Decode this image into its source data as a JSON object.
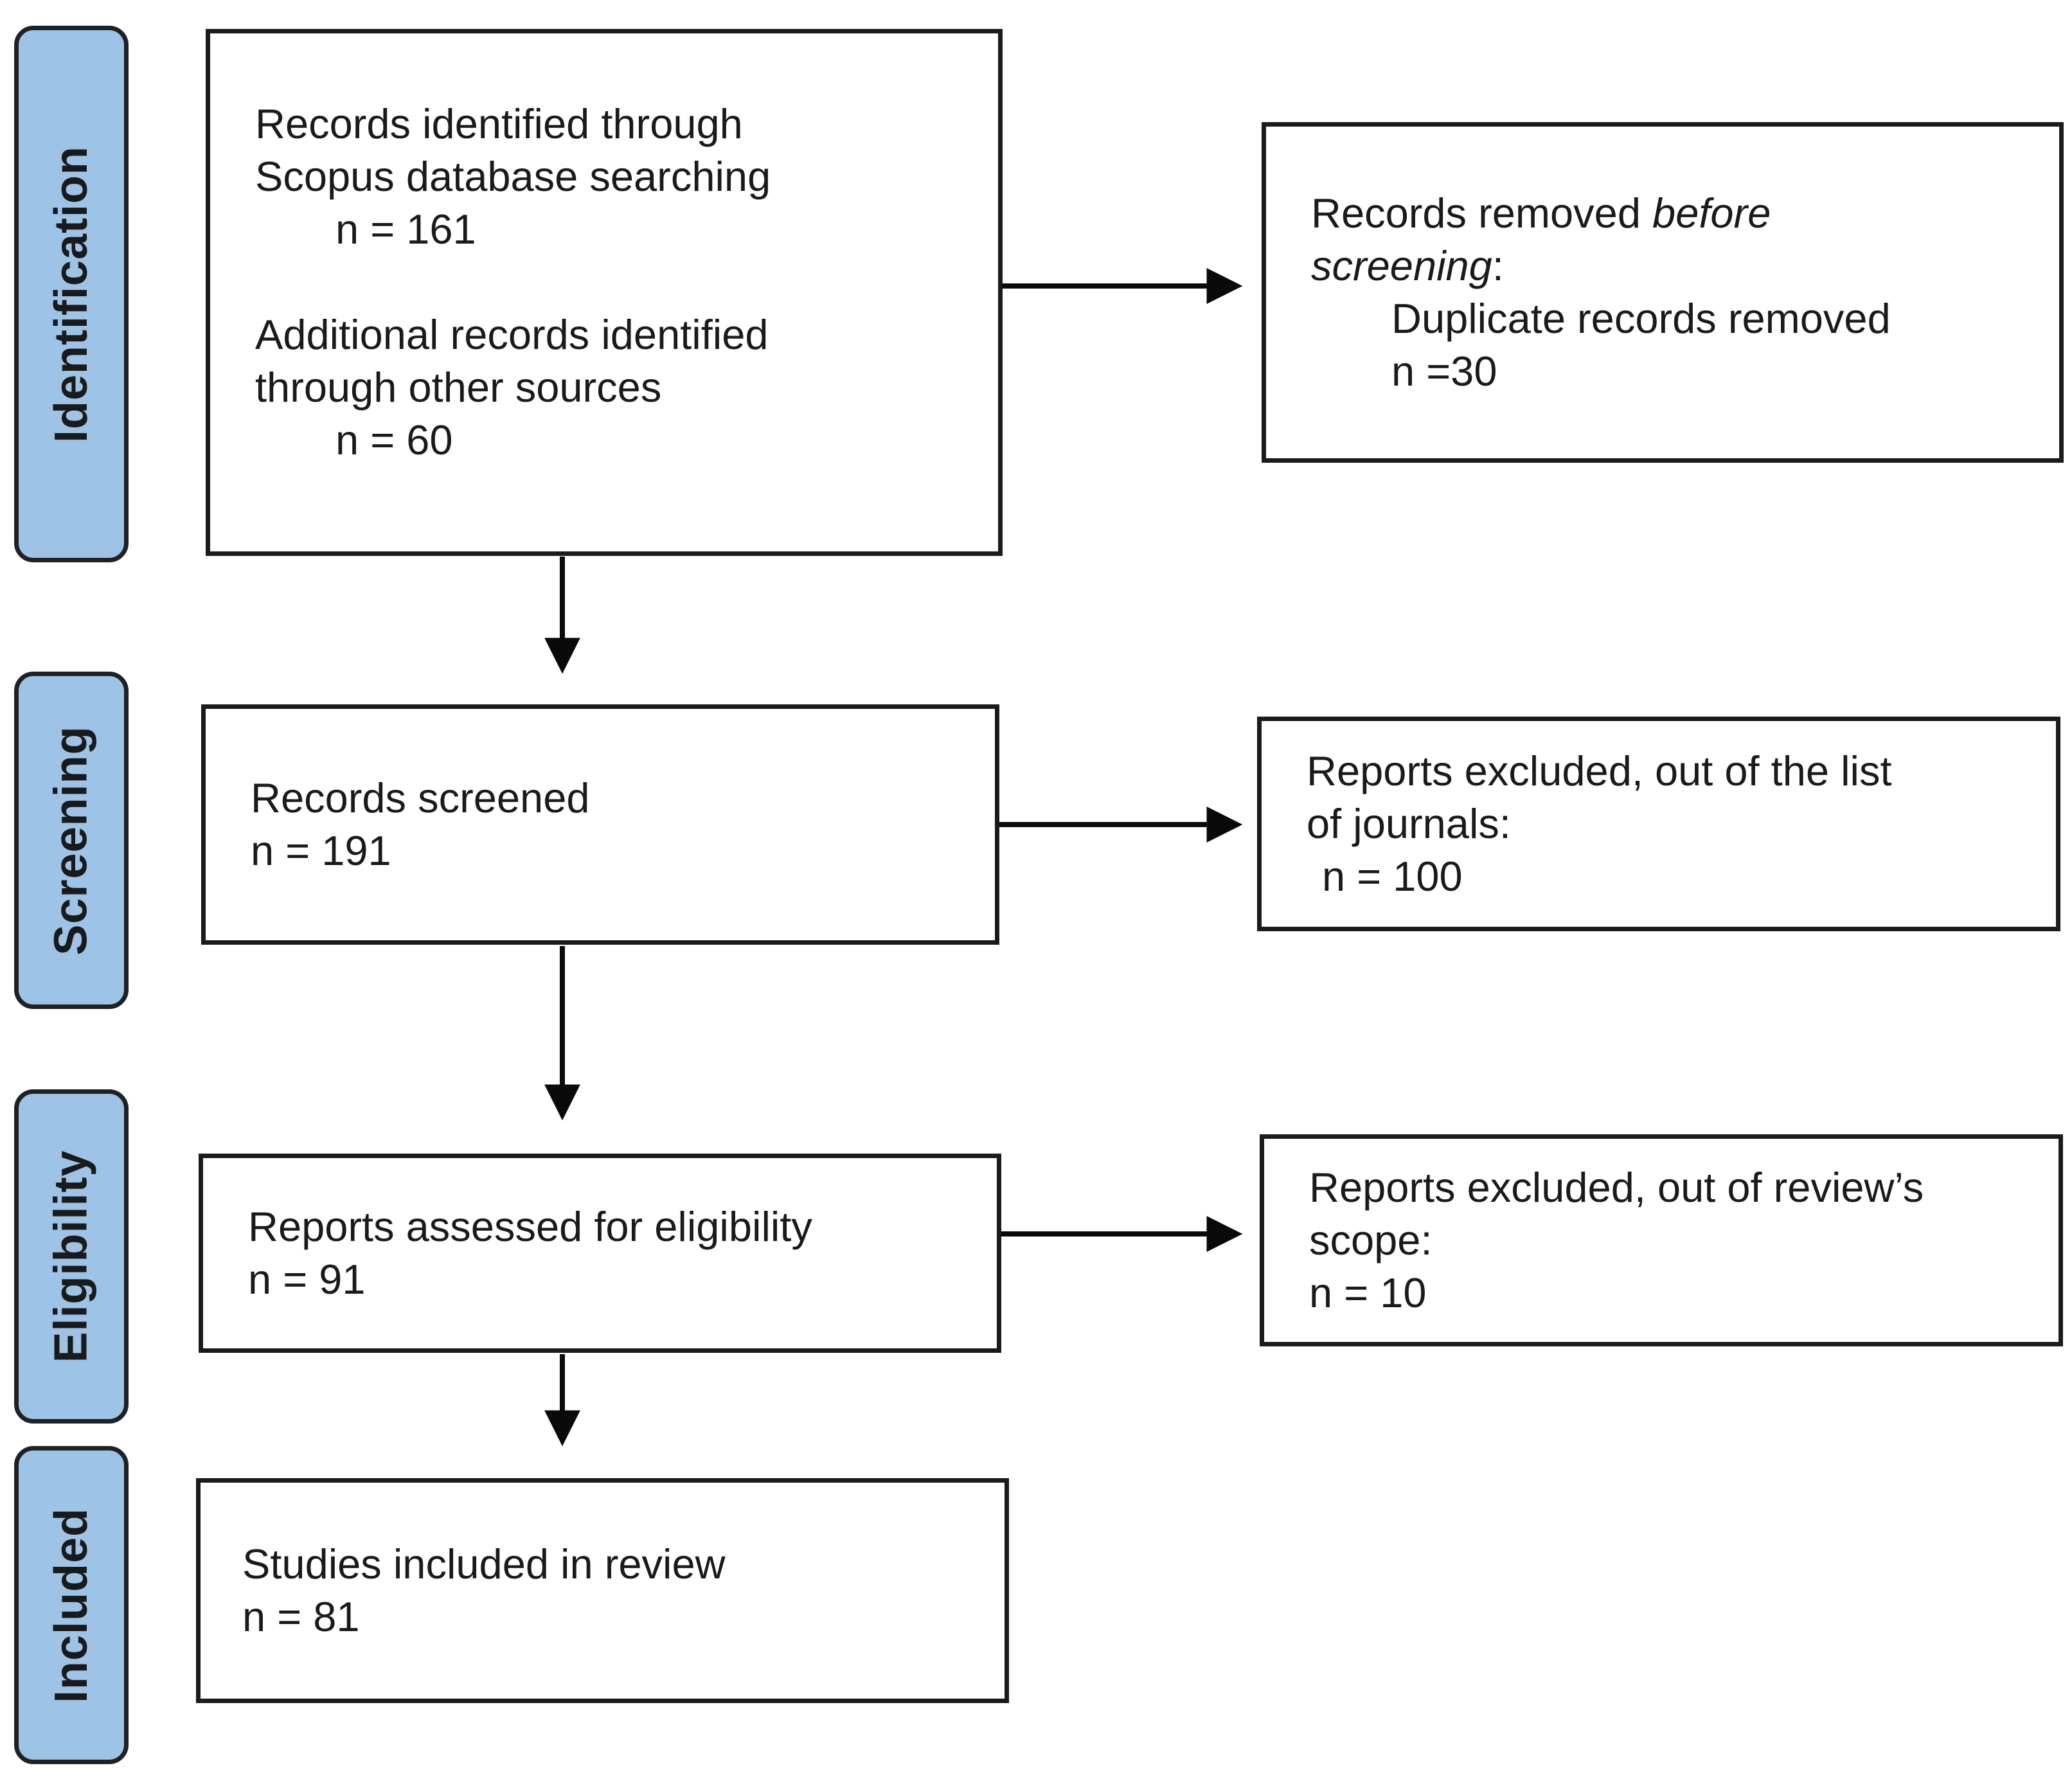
{
  "figure": "PRISMA systematic review flow diagram",
  "stages": {
    "identification": "Identification",
    "screening": "Screening",
    "eligibility": "Eligibility",
    "included": "Included"
  },
  "boxes": {
    "records_identified": {
      "group1": {
        "l1": "Records identified through",
        "l2": "Scopus database searching",
        "n": "n = 161"
      },
      "group2": {
        "l1": "Additional records identified",
        "l2": "through other sources",
        "n": "n = 60"
      }
    },
    "records_removed": {
      "l1_normal": "Records removed ",
      "l1_italic": "before",
      "l2_italic": "screening",
      "l2_normal": ":",
      "l3": "Duplicate records removed",
      "l4": "n =30"
    },
    "records_screened": {
      "l1": "Records screened",
      "n": "n = 191"
    },
    "reports_excluded_journals": {
      "l1": "Reports excluded, out of the list",
      "l2": "of journals:",
      "n": "n = 100"
    },
    "reports_assessed": {
      "l1": "Reports assessed for eligibility",
      "n": "n = 91"
    },
    "reports_excluded_scope": {
      "l1": "Reports excluded, out of review’s",
      "l2": "scope:",
      "n": "n = 10"
    },
    "studies_included": {
      "l1": "Studies included in review",
      "n": "n = 81"
    }
  },
  "values": {
    "scopus_records": 161,
    "other_sources_records": 60,
    "duplicates_removed": 30,
    "records_screened": 191,
    "excluded_out_of_journal_list": 100,
    "reports_assessed": 91,
    "excluded_out_of_scope": 10,
    "studies_included": 81
  },
  "colors": {
    "stage_fill": "#9DC3E6",
    "stage_border": "#202124",
    "box_border": "#1b1b1b",
    "arrow": "#0a0a0a",
    "text": "#1a1a1a",
    "background": "#FFFFFF"
  }
}
